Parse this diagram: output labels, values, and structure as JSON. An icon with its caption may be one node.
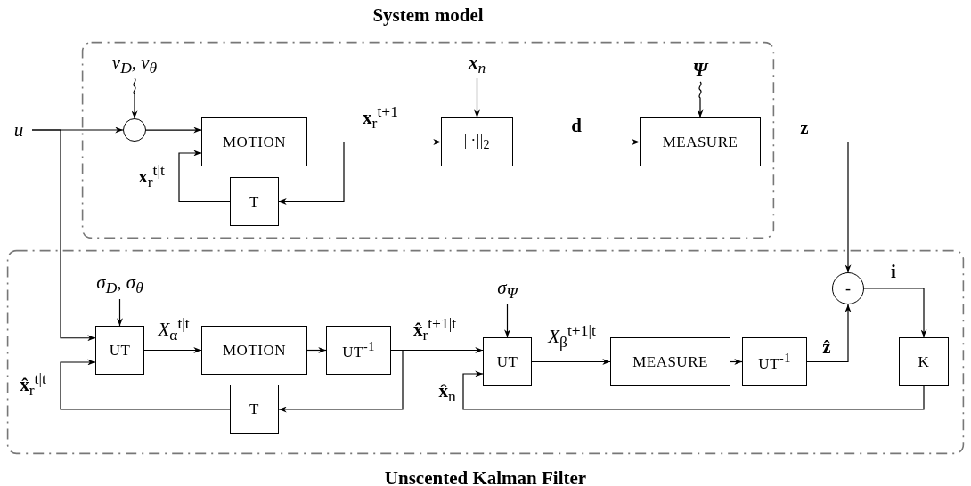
{
  "diagram": {
    "nodes": [
      {
        "text": [
          "System model"
        ]
      },
      {
        "text": [
          "ν$_{D}$, ν$_{θ}$"
        ],
        "in": 0
      },
      {
        "text": [],
        "shape": "circle",
        "in": 0
      },
      {
        "text": [
          "MOTION"
        ],
        "in": 0
      },
      {
        "text": [
          "T"
        ],
        "in": 0
      },
      {
        "text": [
          "**x**$_{n}$"
        ],
        "in": 0
      },
      {
        "text": [
          "||·||$_{2}$"
        ],
        "in": 0
      },
      {
        "text": [
          "**Ψ**"
        ],
        "in": 0
      },
      {
        "text": [
          "MEASURE"
        ],
        "in": 0
      },
      {
        "text": [
          "*u*"
        ]
      },
      {
        "text": [
          "Unscented Kalman Filter"
        ]
      },
      {
        "text": [
          "σ$_{D}$, σ$_{θ}$"
        ],
        "in": 10
      },
      {
        "text": [
          "UT"
        ],
        "in": 10
      },
      {
        "text": [
          "MOTION"
        ],
        "in": 10
      },
      {
        "text": [
          "UT$^{-1}$"
        ],
        "in": 10
      },
      {
        "text": [
          "T"
        ],
        "in": 10
      },
      {
        "text": [
          "σ$_{Ψ}$"
        ],
        "in": 10
      },
      {
        "text": [
          "UT"
        ],
        "in": 10
      },
      {
        "text": [
          "MEASURE"
        ],
        "in": 10
      },
      {
        "text": [
          "UT$^{-1}$"
        ],
        "in": 10
      },
      {
        "text": [
          "-"
        ],
        "in": 10
      },
      {
        "text": [
          "K"
        ],
        "in": 10
      }
    ],
    "edges": [
      {
        "from": 9,
        "to": 2,
        "arrow": "to"
      },
      {
        "from": 9,
        "to": 12,
        "arrow": "to"
      },
      {
        "from": 1,
        "to": 2,
        "arrow": "to"
      },
      {
        "from": 2,
        "to": 3,
        "arrow": "to"
      },
      {
        "from": 3,
        "to": 6,
        "arrow": "to",
        "label": "**x**$_{r}$$^{t+1}$"
      },
      {
        "from": 3,
        "to": 4,
        "arrow": "to"
      },
      {
        "from": 4,
        "to": 3,
        "arrow": "to",
        "label": "**x**$_{r}$$^{t|t}$"
      },
      {
        "from": 5,
        "to": 6,
        "arrow": "to"
      },
      {
        "from": 6,
        "to": 8,
        "arrow": "to",
        "label": "**d**"
      },
      {
        "from": 7,
        "to": 8,
        "arrow": "to"
      },
      {
        "from": 8,
        "to": 20,
        "arrow": "to",
        "label": "**z**"
      },
      {
        "from": 11,
        "to": 12,
        "arrow": "to"
      },
      {
        "from": 12,
        "to": 13,
        "arrow": "to",
        "label": "*X*$_{α}$$^{t|t}$"
      },
      {
        "from": 13,
        "to": 14,
        "arrow": "to"
      },
      {
        "from": 14,
        "to": 17,
        "arrow": "to",
        "label": "**x̂**$_{r}$$^{t+1|t}$"
      },
      {
        "from": 14,
        "to": 15,
        "arrow": "to"
      },
      {
        "from": 15,
        "to": 12,
        "arrow": "to",
        "label": "**x̂**$_{r}$$^{t|t}$"
      },
      {
        "from": 16,
        "to": 17,
        "arrow": "to"
      },
      {
        "from": 17,
        "to": 18,
        "arrow": "to",
        "label": "*X*$_{β}$$^{t+1|t}$"
      },
      {
        "from": 18,
        "to": 19,
        "arrow": "to"
      },
      {
        "from": 19,
        "to": 20,
        "arrow": "to",
        "label": "**ẑ**"
      },
      {
        "from": 20,
        "to": 21,
        "arrow": "to",
        "label": "**i**"
      },
      {
        "from": 21,
        "to": 17,
        "arrow": "to",
        "label": "**x̂**$_{n}$"
      }
    ]
  }
}
